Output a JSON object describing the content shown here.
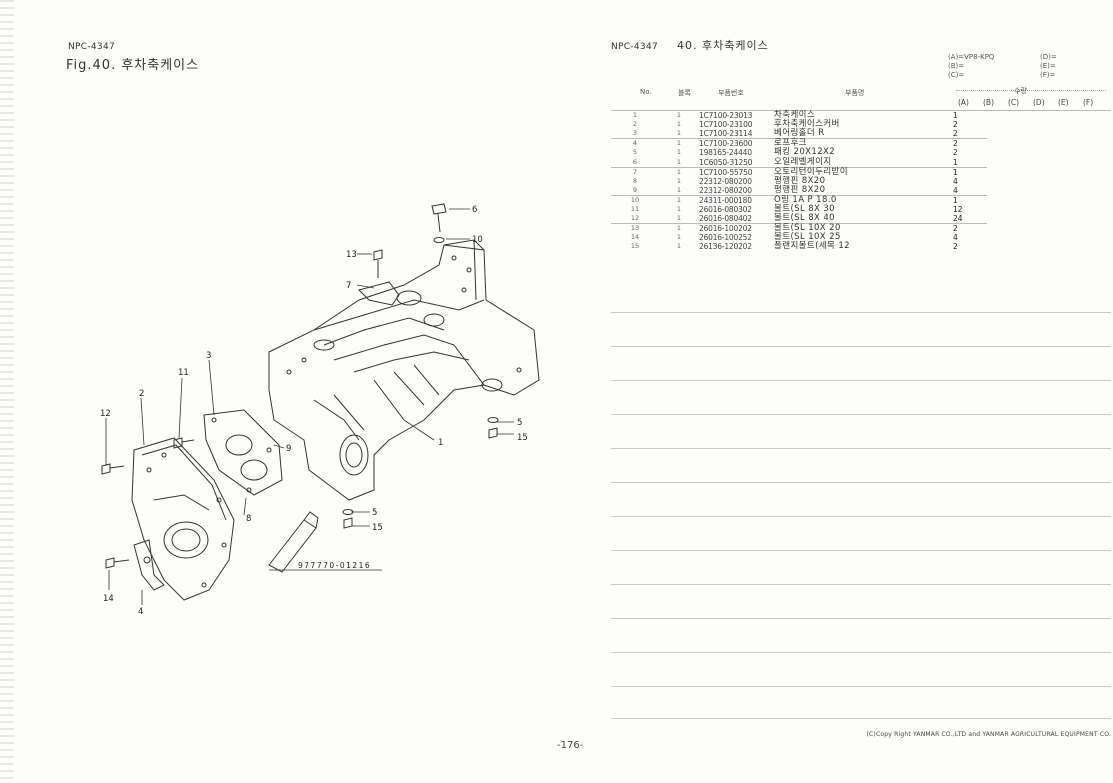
{
  "left": {
    "doc_code": "NPC-4347",
    "figure_title": "Fig.40.  후차축케이스",
    "callouts": [
      "1",
      "2",
      "3",
      "4",
      "5",
      "6",
      "7",
      "8",
      "9",
      "10",
      "11",
      "12",
      "13",
      "14",
      "15",
      "5",
      "15"
    ],
    "tube_label": "977770-01216"
  },
  "right": {
    "doc_code": "NPC-4347",
    "figure_title": "40.  후차축케이스",
    "model_legend": {
      "a": "(A)=VP8-KPQ",
      "b": "(B)=",
      "c": "(C)=",
      "d": "(D)=",
      "e": "(E)=",
      "f": "(F)="
    },
    "headers": {
      "no": "No.",
      "block": "블록",
      "part_no": "부품번호",
      "name": "부품명",
      "qty": "수량"
    },
    "qty_columns": [
      "(A)",
      "(B)",
      "(C)",
      "(D)",
      "(E)",
      "(F)"
    ],
    "rows": [
      {
        "no": "1",
        "block": "1",
        "part_no": "1C7100-23013",
        "name": "차축케이스",
        "qty": "1"
      },
      {
        "no": "2",
        "block": "1",
        "part_no": "1C7100-23100",
        "name": "후차축케이스커버",
        "qty": "2"
      },
      {
        "no": "3",
        "block": "1",
        "part_no": "1C7100-23114",
        "name": "베어링홀더 R",
        "qty": "2"
      },
      {
        "no": "4",
        "block": "1",
        "part_no": "1C7100-23600",
        "name": "로프후크",
        "qty": "2"
      },
      {
        "no": "5",
        "block": "1",
        "part_no": "198165-24440",
        "name": "패킹 20X12X2",
        "qty": "2"
      },
      {
        "no": "6",
        "block": "1",
        "part_no": "1C6050-31250",
        "name": "오일레벨게이지",
        "qty": "1"
      },
      {
        "no": "7",
        "block": "1",
        "part_no": "1C7100-55750",
        "name": "오토리턴이두리받이",
        "qty": "1"
      },
      {
        "no": "8",
        "block": "1",
        "part_no": "22312-080200",
        "name": "평행핀 8X20",
        "qty": "4"
      },
      {
        "no": "9",
        "block": "1",
        "part_no": "22312-080200",
        "name": "평행핀 8X20",
        "qty": "4"
      },
      {
        "no": "10",
        "block": "1",
        "part_no": "24311-000180",
        "name": "O링 1A P 18.0",
        "qty": "1"
      },
      {
        "no": "11",
        "block": "1",
        "part_no": "26016-080302",
        "name": "볼트(SL 8X 30",
        "qty": "12"
      },
      {
        "no": "12",
        "block": "1",
        "part_no": "26016-080402",
        "name": "볼트(SL 8X 40",
        "qty": "24"
      },
      {
        "no": "13",
        "block": "1",
        "part_no": "26016-100202",
        "name": "볼트(SL 10X 20",
        "qty": "2"
      },
      {
        "no": "14",
        "block": "1",
        "part_no": "26016-100252",
        "name": "볼트(SL 10X 25",
        "qty": "4"
      },
      {
        "no": "15",
        "block": "1",
        "part_no": "26136-120202",
        "name": "플랜지볼트(세목 12",
        "qty": "2"
      }
    ],
    "copyright": "(C)Copy Right YANMAR CO.,LTD and YANMAR AGRICULTURAL EQUIPMENT CO.",
    "page_number": "-176-"
  }
}
